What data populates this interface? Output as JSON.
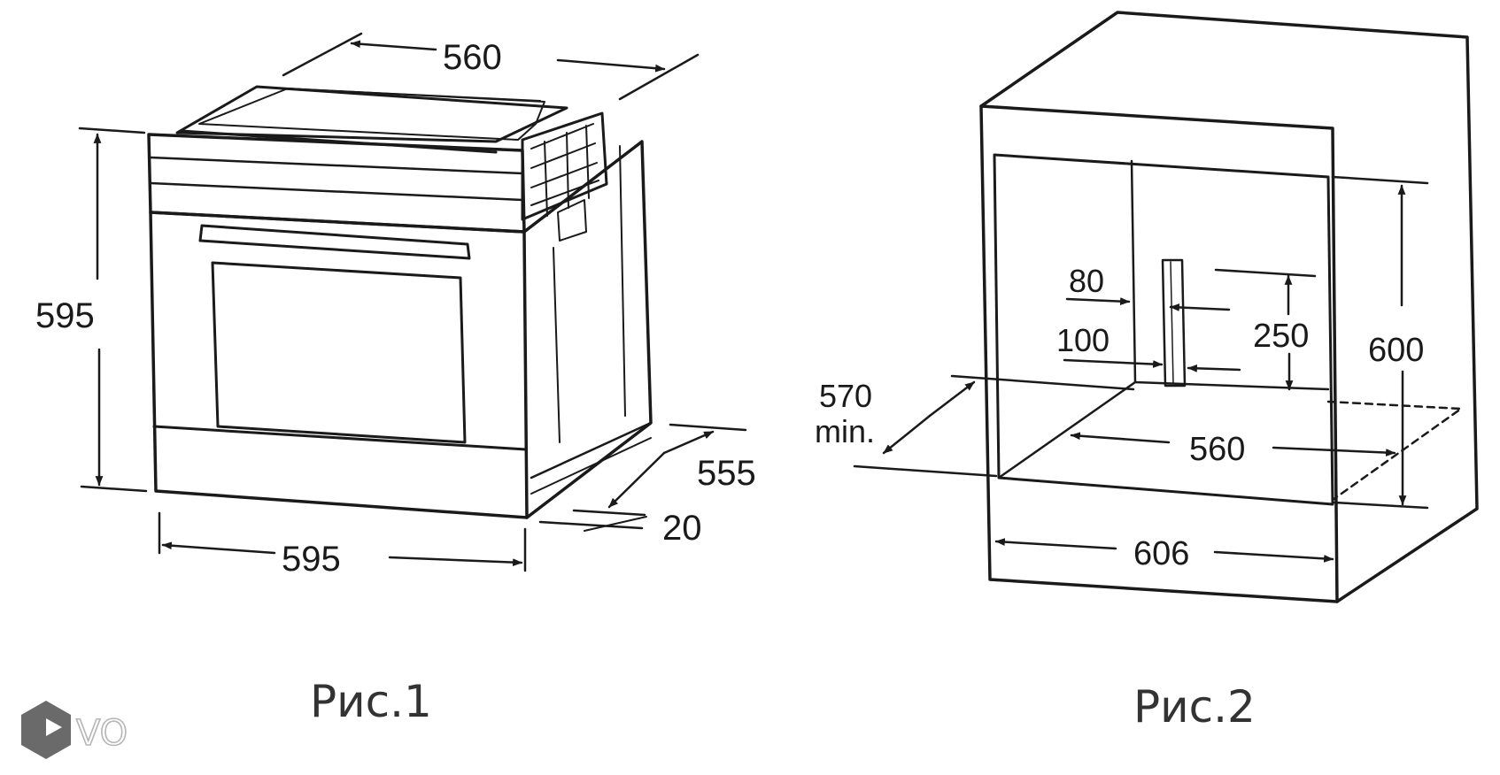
{
  "figure1": {
    "caption": "Рис.1",
    "dims": {
      "top_width": "560",
      "height": "595",
      "bottom_width": "595",
      "depth": "555",
      "front_offset": "20"
    }
  },
  "figure2": {
    "caption": "Рис.2",
    "dims": {
      "gap_left": "80",
      "gap_bottom": "100",
      "gap_height": "250",
      "height": "600",
      "depth": "570",
      "depth_note": "min.",
      "inner_width": "560",
      "outer_width": "606"
    }
  },
  "logo": {
    "text": "VO",
    "color": "#6a6a6a"
  }
}
